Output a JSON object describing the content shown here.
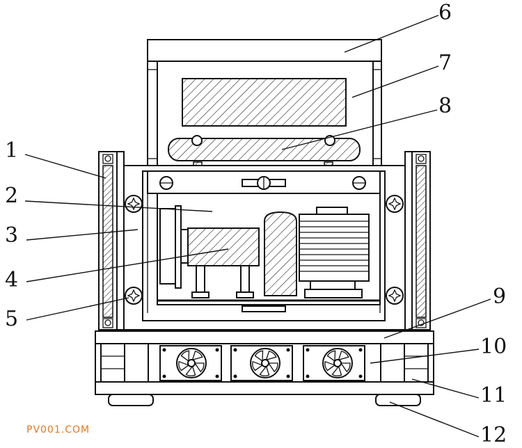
{
  "labels": [
    "1",
    "2",
    "3",
    "4",
    "5",
    "6",
    "7",
    "8",
    "9",
    "10",
    "11",
    "12"
  ],
  "watermark": "PV001.COM",
  "colors": {
    "line": "#111111",
    "watermark": "#e07a1f",
    "background": "#ffffff"
  }
}
